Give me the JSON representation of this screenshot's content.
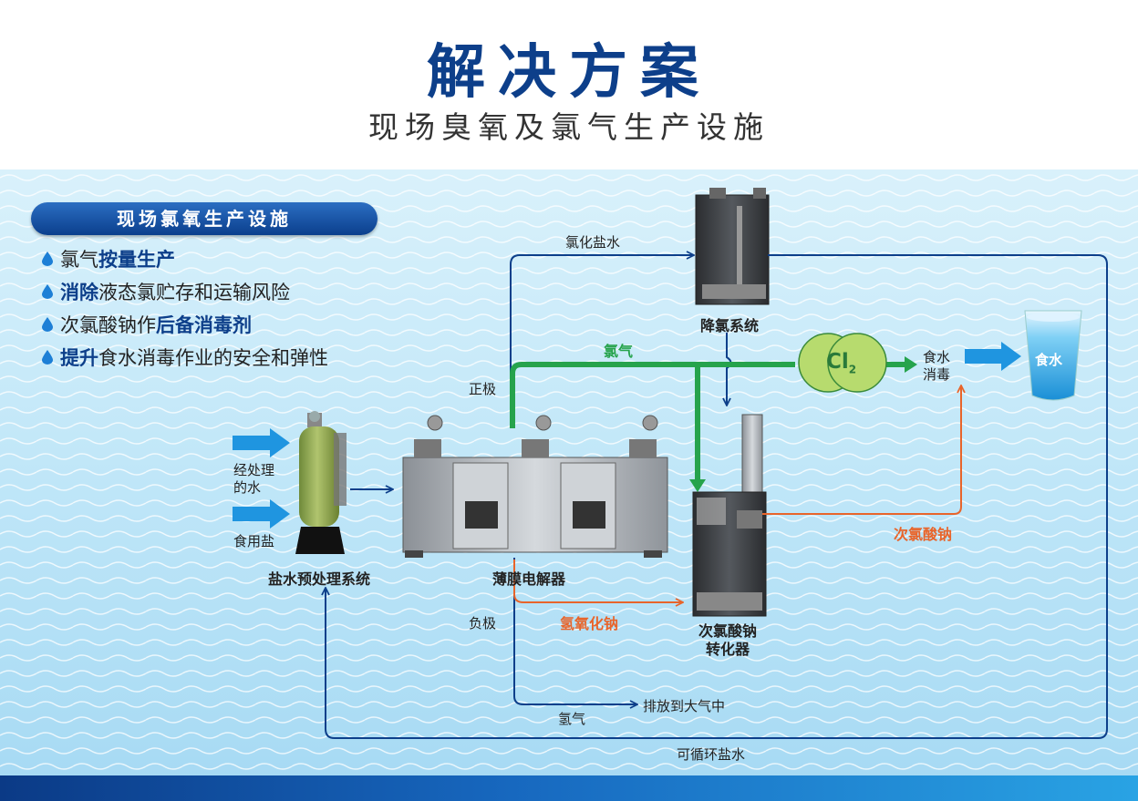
{
  "header": {
    "title": "解决方案",
    "subtitle": "现场臭氧及氯气生产设施"
  },
  "panel": {
    "heading": "现场氯氧生产设施",
    "bullets": [
      {
        "parts": [
          {
            "text": "氯气",
            "bold": false
          },
          {
            "text": "按量生产",
            "bold": true
          }
        ]
      },
      {
        "parts": [
          {
            "text": "消除",
            "bold": true
          },
          {
            "text": "液态氯贮存和运输风险",
            "bold": false
          }
        ]
      },
      {
        "parts": [
          {
            "text": "次氯酸钠作",
            "bold": false
          },
          {
            "text": "后备消毒剂",
            "bold": true
          }
        ]
      },
      {
        "parts": [
          {
            "text": "提升",
            "bold": true
          },
          {
            "text": "食水消毒作业的安全和弹性",
            "bold": false
          }
        ]
      }
    ]
  },
  "diagram": {
    "inputs": {
      "treated_water": "经处理\n的水",
      "salt": "食用盐"
    },
    "brine_system": "盐水预处理系统",
    "electrolyzer": "薄膜电解器",
    "anode": "正极",
    "cathode": "负极",
    "chlorinated_brine": "氯化盐水",
    "dechlorination": "降氯系统",
    "chlorine_gas": "氯气",
    "cl2_symbol": "Cl",
    "cl2_subscript": "2",
    "disinfection": "食水\n消毒",
    "drinking_water": "食水",
    "sodium_hydroxide": "氢氧化钠",
    "hypochlorite_converter": "次氯酸钠\n转化器",
    "sodium_hypochlorite": "次氯酸钠",
    "hydrogen": "氢气",
    "vent": "排放到大气中",
    "recycled_brine": "可循环盐水"
  },
  "colors": {
    "navy": "#0d3f8a",
    "green": "#26a34c",
    "orange": "#e8642a",
    "blue_arrow": "#1f95e0"
  }
}
